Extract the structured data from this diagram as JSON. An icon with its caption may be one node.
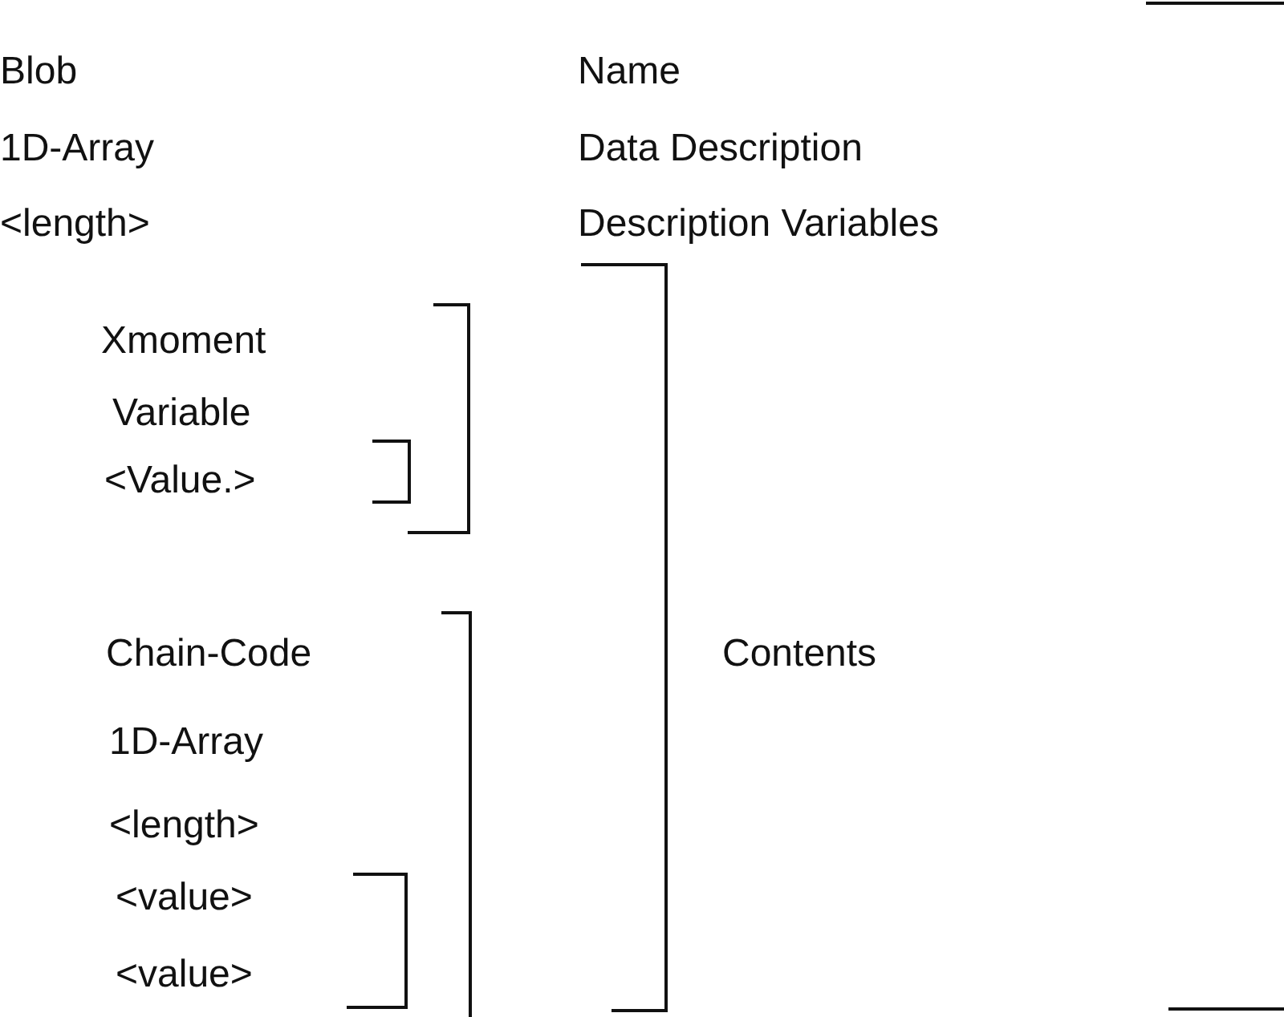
{
  "diagram": {
    "labels": [
      "Blob",
      "Name",
      "1D-Array",
      "Data Description",
      "<length>",
      "Description Variables",
      "Xmoment",
      "Variable",
      "<Value.>",
      "Chain-Code",
      "Contents",
      "1D-Array",
      "<length>",
      "<value>",
      "<value>"
    ]
  }
}
